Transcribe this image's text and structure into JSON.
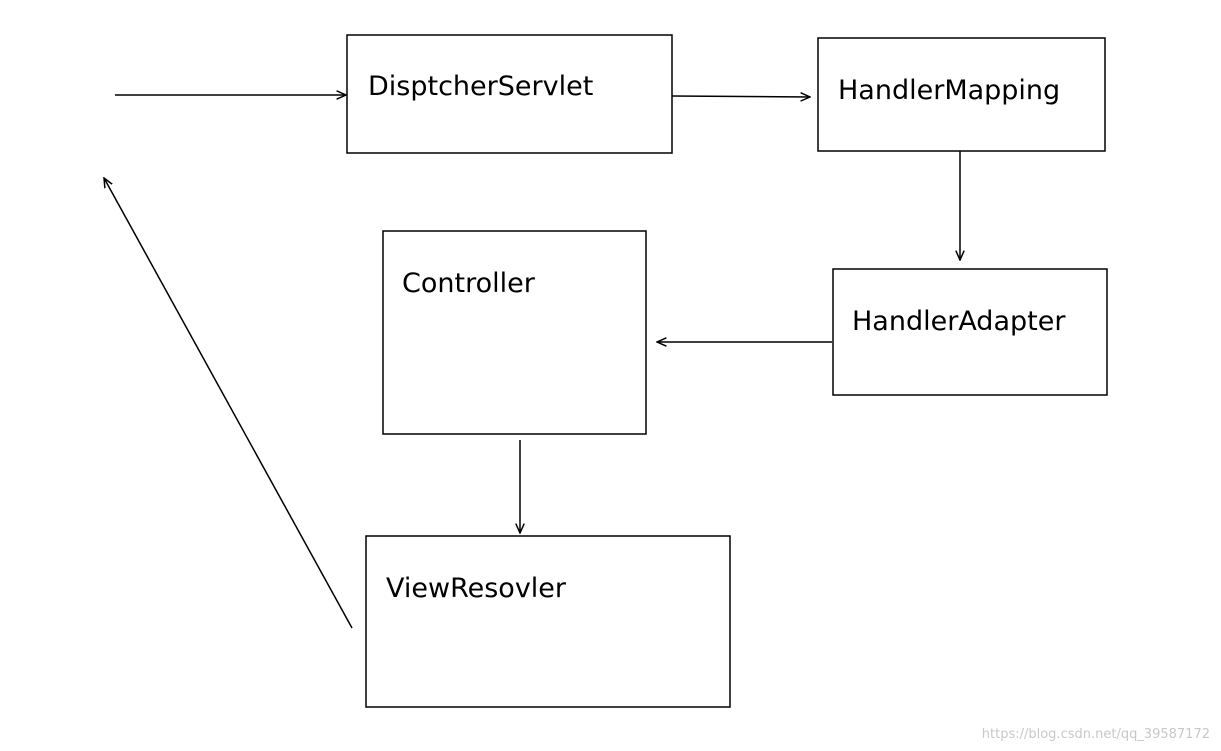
{
  "nodes": {
    "dispatcher_servlet": "DisptcherServlet",
    "handler_mapping": "HandlerMapping",
    "handler_adapter": "HandlerAdapter",
    "controller": "Controller",
    "view_resolver": "ViewResovler"
  },
  "watermark": "https://blog.csdn.net/qq_39587172",
  "colors": {
    "line": "#000000",
    "box_fill": "#ffffff",
    "watermark": "#c8c8c8"
  }
}
